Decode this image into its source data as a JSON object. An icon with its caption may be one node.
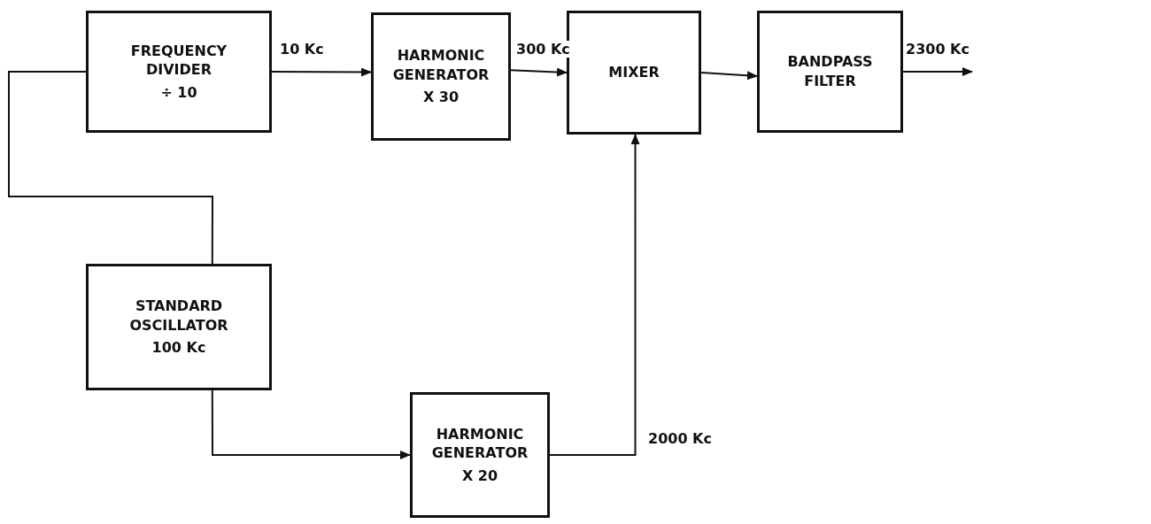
{
  "diagram": {
    "nodes": [
      {
        "text": [
          "FREQUENCY DIVIDER",
          "÷ 10"
        ]
      },
      {
        "text": [
          "HARMONIC GENERATOR",
          "X 30"
        ]
      },
      {
        "text": [
          "MIXER"
        ]
      },
      {
        "text": [
          "BANDPASS FILTER"
        ]
      },
      {
        "text": [
          "STANDARD OSCILLATOR",
          "100 Kc"
        ]
      },
      {
        "text": [
          "HARMONIC GENERATOR",
          "X 20"
        ]
      }
    ],
    "edges": [
      {
        "from": 4,
        "to": 0,
        "arrow": "none"
      },
      {
        "from": 0,
        "to": 1,
        "arrow": "to",
        "label": "10 Kc"
      },
      {
        "from": 1,
        "to": 2,
        "arrow": "to",
        "label": "300 Kc"
      },
      {
        "from": 2,
        "to": 3,
        "arrow": "to"
      },
      {
        "from": 3,
        "to": null,
        "arrow": "to",
        "label": "2300 Kc"
      },
      {
        "from": 4,
        "to": 5,
        "arrow": "to"
      },
      {
        "from": 5,
        "to": 2,
        "arrow": "to",
        "label": "2000 Kc"
      }
    ]
  }
}
